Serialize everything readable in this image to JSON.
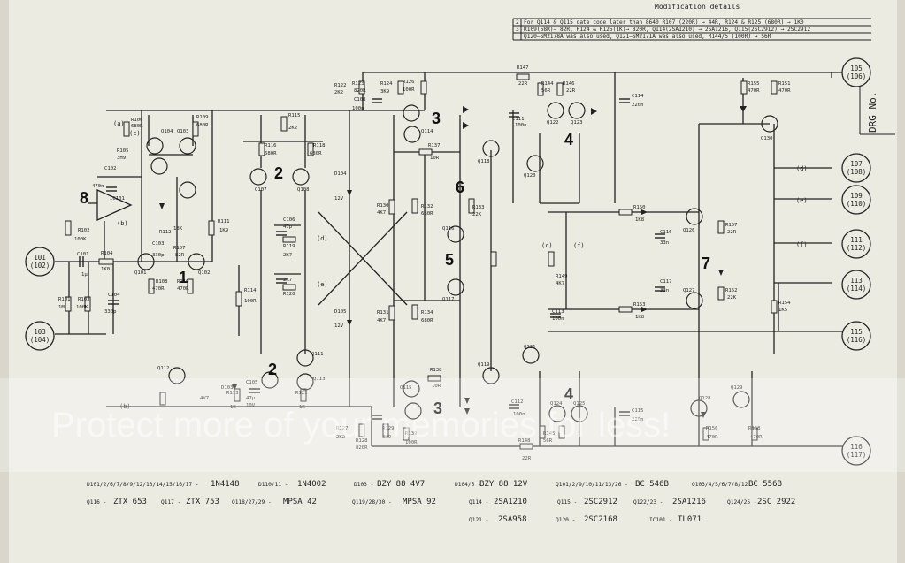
{
  "modification_table": {
    "title": "Modification details",
    "rows": [
      {
        "num": "2",
        "text": "For  Q114 & Q115 date code later than 8640  R107 (220R) → 44R, R124 & R125 (680R) → 1K0"
      },
      {
        "num": "3",
        "text": "R109(68R)→ 82R, R124 & R125(1K)→ 820R, Q114(2SA1210) → 2SA1216, Q115(2SC2912) → 2SC2912"
      },
      {
        "num": "",
        "text": "Q120—SM2178A was also used,  Q121—SM2171A was also used, R144/5 (100R) → 56R"
      }
    ]
  },
  "drawing_number_label": "DRG No.",
  "section_numbers": [
    "1",
    "2",
    "2",
    "3",
    "3",
    "4",
    "4",
    "5",
    "6",
    "7",
    "8"
  ],
  "terminals": [
    {
      "id": "t101",
      "label": "101",
      "sub": "(102)"
    },
    {
      "id": "t103",
      "label": "103",
      "sub": "(104)"
    },
    {
      "id": "t105",
      "label": "105",
      "sub": "(106)"
    },
    {
      "id": "t107",
      "label": "107",
      "sub": "(108)"
    },
    {
      "id": "t109",
      "label": "109",
      "sub": "(110)"
    },
    {
      "id": "t111",
      "label": "111",
      "sub": "(112)"
    },
    {
      "id": "t113",
      "label": "113",
      "sub": "(114)"
    },
    {
      "id": "t115",
      "label": "115",
      "sub": "(116)"
    },
    {
      "id": "t116",
      "label": "116",
      "sub": "(117)"
    }
  ],
  "component_labels": {
    "r106": "R106",
    "r106v": "680R",
    "r109": "R109",
    "r109v": "680R",
    "r105": "R105",
    "r105v": "3H9",
    "c102": "C102",
    "c102v": "470n",
    "r102": "R102",
    "r102v": "100K",
    "r103": "R103",
    "r103v": "100K",
    "r101": "R101",
    "r101v": "1M",
    "c101": "C101",
    "c101v": "1μ",
    "r104": "R104",
    "r104v": "1K0",
    "c103": "C103",
    "c103v": "330p",
    "c104": "C104",
    "c104v": "330p",
    "r107": "R107",
    "r107v": "82R",
    "r108": "R108",
    "r108v": "470R",
    "r110": "R110",
    "r110v": "470R",
    "r111": "R111",
    "r111v": "1K9",
    "r112": "R112",
    "r112v": "18K",
    "r115": "R115",
    "r115v": "2K2",
    "r116": "R116",
    "r116v": "680R",
    "r118": "R118",
    "r118v": "680R",
    "r119": "R119",
    "r119v": "2K7",
    "r120": "R120",
    "r120v": "2K7",
    "c106": "C106",
    "c106v": "47p",
    "r114": "R114",
    "r114v": "100R",
    "r113": "R113",
    "r113v": "1K",
    "r121": "R121",
    "r121v": "1K",
    "c105": "C105",
    "c105v": "47μ",
    "c105v2": "10V",
    "r122": "R122",
    "r122v": "2K2",
    "r123": "R123",
    "r123v": "820R",
    "c108": "C108",
    "c108v": "100p",
    "r124": "R124",
    "r124v": "3K9",
    "r126": "R126",
    "r126v": "100R",
    "r137": "R137",
    "r137v": "10R",
    "r132": "R132",
    "r132v": "680R",
    "r134": "R134",
    "r134v": "680R",
    "r130": "R130",
    "r130v": "4K7",
    "r131": "R131",
    "r131v": "4K7",
    "r133": "R133",
    "r133v": "22K",
    "c111": "C111",
    "c111v": "100n",
    "c112": "C112",
    "c112v": "100n",
    "c113": "C113",
    "c113v": "100n",
    "r147": "R147",
    "r147v": "22R",
    "r144": "R144",
    "r144v": "56R",
    "r146": "R146",
    "r146v": "22R",
    "c114": "C114",
    "c114v": "220n",
    "c115": "C115",
    "c115v": "220n",
    "r150": "R150",
    "r150v": "1K8",
    "r153": "R153",
    "r153v": "1K8",
    "c116": "C116",
    "c116v": "33n",
    "c117": "C117",
    "c117v": "33n",
    "r155": "R155",
    "r155v": "470R",
    "r151": "R151",
    "r151v": "470R",
    "r157": "R157",
    "r157v": "22R",
    "r152": "R152",
    "r152v": "22K",
    "r154": "R154",
    "r154v": "1K5",
    "r149": "R149",
    "r149v": "4K7",
    "r156": "R156",
    "r156v": "470R",
    "r158": "R158",
    "r158v": "470R",
    "r127": "R127",
    "r127v": "2K2",
    "r128": "R128",
    "r128v": "820R",
    "r129": "R129",
    "r129v": "3K9",
    "r139": "R139",
    "r139v": "100R",
    "r138": "R138",
    "r138v": "10R",
    "r145": "R145",
    "r145v": "56R",
    "r148": "R148",
    "r148v": "22R",
    "d104": "D104",
    "d104v": "12V",
    "d105": "D105",
    "d105v": "12V",
    "d103": "D103",
    "d103v": "4V7",
    "ic101": "IC101",
    "q104": "Q104",
    "q103": "Q103",
    "q101": "Q101",
    "q102": "Q102",
    "q107": "Q107",
    "q108": "Q108",
    "q111": "Q111",
    "q112": "Q112",
    "q113": "Q113",
    "q114": "Q114",
    "q115": "Q115",
    "q116": "Q116",
    "q117": "Q117",
    "q118": "Q118",
    "q119": "Q119",
    "q120": "Q120",
    "q121": "Q121",
    "q122": "Q122",
    "q123": "Q123",
    "q124": "Q124",
    "q125": "Q125",
    "q126": "Q126",
    "q127": "Q127",
    "q128": "Q128",
    "q129": "Q129",
    "q130": "Q130",
    "la": "(a)",
    "lb": "(b)",
    "lc": "(c)",
    "ld": "(d)",
    "le": "(e)",
    "lf": "(f)",
    "lb2": "(b)"
  },
  "parts_list": {
    "row1": [
      {
        "refs": "D101/2/6/7/8/9/12/13/14/15/16/17 -",
        "part": "1N4148"
      },
      {
        "refs": "D110/11 -",
        "part": "1N4002"
      },
      {
        "refs": "D103 -",
        "part": "BZY 88 4V7"
      },
      {
        "refs": "D104/5 -",
        "part": "BZY 88 12V"
      },
      {
        "refs": "Q101/2/9/10/11/13/26 -",
        "part": "BC 546B"
      },
      {
        "refs": "Q103/4/5/6/7/8/12 -",
        "part": "BC 556B"
      }
    ],
    "row2": [
      {
        "refs": "Q116 -",
        "part": "ZTX 653"
      },
      {
        "refs": "Q117 -",
        "part": "ZTX 753"
      },
      {
        "refs": "Q118/27/29 -",
        "part": "MPSA 42"
      },
      {
        "refs": "Q119/28/30 -",
        "part": "MPSA 92"
      },
      {
        "refs": "Q114 -",
        "part": "2SA1210"
      },
      {
        "refs": "Q115 -",
        "part": "2SC2912"
      },
      {
        "refs": "Q122/23 -",
        "part": "2SA1216"
      },
      {
        "refs": "Q124/25 -",
        "part": "2SC 2922"
      }
    ],
    "row3": [
      {
        "refs": "Q121 -",
        "part": "2SA958"
      },
      {
        "refs": "Q120 -",
        "part": "2SC2168"
      },
      {
        "refs": "IC101 -",
        "part": "TL071"
      }
    ]
  },
  "watermark": "Protect more of your memories for less!",
  "colors": {
    "paper": "#ecebe2",
    "ink": "#222222"
  }
}
